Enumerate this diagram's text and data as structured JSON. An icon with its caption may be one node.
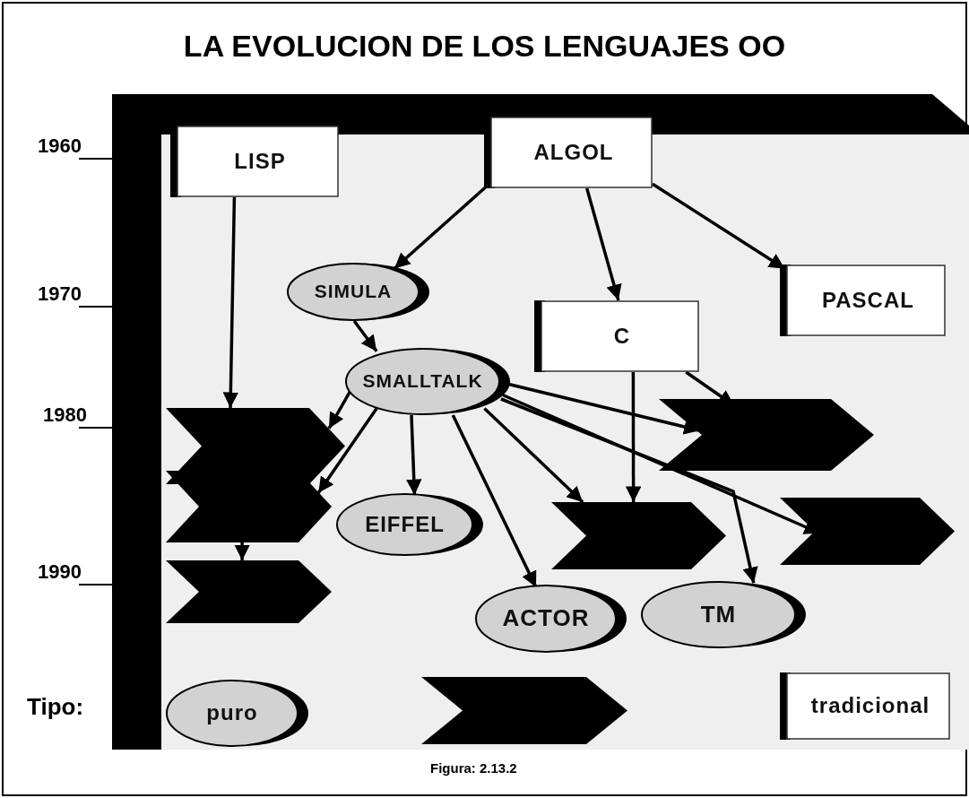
{
  "diagram": {
    "title": "LA EVOLUCION DE LOS LENGUAJES OO",
    "caption": "Figura: 2.13.2",
    "nodes": [
      {
        "text": [
          "LISP"
        ]
      },
      {
        "text": [
          "ALGOL"
        ]
      },
      {
        "text": [
          "SIMULA"
        ]
      },
      {
        "text": [
          "PASCAL"
        ]
      },
      {
        "text": [
          "C"
        ]
      },
      {
        "text": [
          "SMALLTALK"
        ]
      },
      {
        "text": [],
        "shape": "chevron"
      },
      {
        "text": [],
        "shape": "chevron"
      },
      {
        "text": [],
        "shape": "chevron"
      },
      {
        "text": [
          "EIFFEL"
        ]
      },
      {
        "text": [],
        "shape": "chevron"
      },
      {
        "text": [],
        "shape": "chevron"
      },
      {
        "text": [],
        "shape": "chevron"
      },
      {
        "text": [
          "ACTOR"
        ]
      },
      {
        "text": [
          "TM"
        ]
      },
      {
        "text": [
          "puro"
        ]
      },
      {
        "text": [],
        "shape": "chevron"
      },
      {
        "text": [
          "tradicional"
        ]
      }
    ],
    "edges": [
      {
        "from": 0,
        "to": 6,
        "arrow": "to"
      },
      {
        "from": 8,
        "to": 12,
        "arrow": "to"
      },
      {
        "from": 1,
        "to": 2,
        "arrow": "to"
      },
      {
        "from": 1,
        "to": 4,
        "arrow": "to"
      },
      {
        "from": 1,
        "to": 3,
        "arrow": "to"
      },
      {
        "from": 2,
        "to": 5,
        "arrow": "to"
      },
      {
        "from": 5,
        "to": 6,
        "arrow": "to"
      },
      {
        "from": 5,
        "to": 8,
        "arrow": "to"
      },
      {
        "from": 5,
        "to": 9,
        "arrow": "to"
      },
      {
        "from": 5,
        "to": 13,
        "arrow": "to"
      },
      {
        "from": 5,
        "to": 10,
        "arrow": "to"
      },
      {
        "from": 5,
        "to": 7,
        "arrow": "to"
      },
      {
        "from": 5,
        "to": 11,
        "arrow": "to"
      },
      {
        "from": 5,
        "to": 14,
        "arrow": "to"
      },
      {
        "from": 4,
        "to": 10,
        "arrow": "to"
      },
      {
        "from": 4,
        "to": 7,
        "arrow": "to"
      }
    ],
    "labels": [
      "1960",
      "1970",
      "1980",
      "1990",
      "Tipo:"
    ]
  }
}
